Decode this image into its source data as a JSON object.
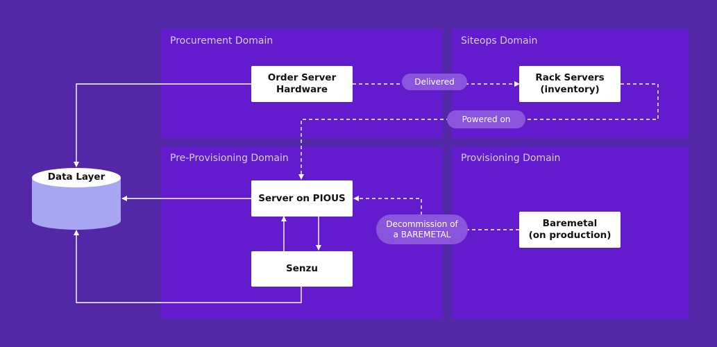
{
  "domains": {
    "procurement": "Procurement Domain",
    "siteops": "Siteops Domain",
    "preprovisioning": "Pre-Provisioning Domain",
    "provisioning": "Provisioning Domain"
  },
  "nodes": {
    "order": "Order Server\nHardware",
    "rack": "Rack Servers\n(inventory)",
    "pious": "Server on PIOUS",
    "senzu": "Senzu",
    "baremetal": "Baremetal\n(on production)",
    "datalayer": "Data Layer"
  },
  "edge_labels": {
    "delivered": "Delivered",
    "powered_on": "Powered on",
    "decommission": "Decommission of\na BAREMETAL"
  },
  "colors": {
    "background": "#5228a6",
    "domain": "#631ccd",
    "pill": "#8a55dd",
    "database": "#a8a6f3",
    "line": "#ffffff"
  }
}
